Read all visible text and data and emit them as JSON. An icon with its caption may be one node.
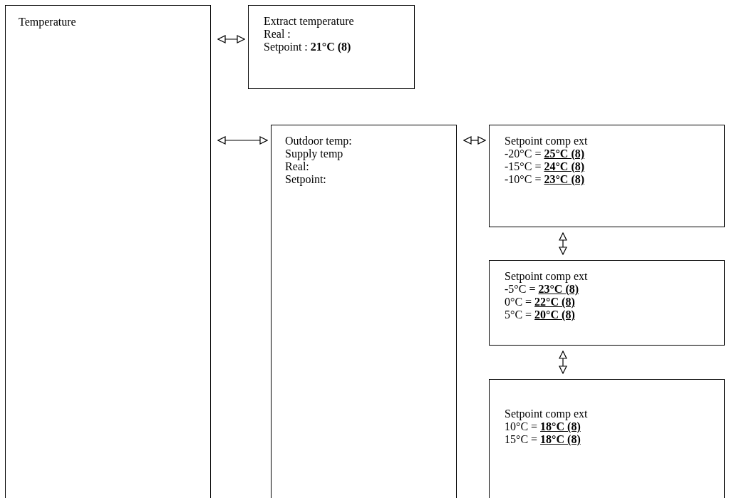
{
  "diagram": {
    "nodes": [
      {
        "text": [
          "Temperature"
        ]
      },
      {
        "text": [
          "Extract temperature",
          "Real :",
          "Setpoint : **21°C (8)**"
        ]
      },
      {
        "text": [
          "Outdoor temp:",
          "Supply temp",
          "Real:",
          "Setpoint:"
        ]
      },
      {
        "text": [
          "Setpoint comp ext",
          "-20°C = **25°C (8)**",
          "-15°C = **24°C (8)**",
          "-10°C = **23°C (8)**"
        ]
      },
      {
        "text": [
          "Setpoint comp ext",
          "-5°C = **23°C (8)**",
          "0°C = **22°C (8)**",
          "5°C = **20°C (8)**"
        ]
      },
      {
        "text": [
          "Setpoint comp ext",
          "10°C = **18°C (8)**",
          "15°C = **18°C (8)**"
        ]
      }
    ],
    "edges": [
      {
        "from": 0,
        "to": 1,
        "arrow": "both"
      },
      {
        "from": 0,
        "to": 2,
        "arrow": "both"
      },
      {
        "from": 2,
        "to": 3,
        "arrow": "both"
      },
      {
        "from": 3,
        "to": 4,
        "arrow": "both"
      },
      {
        "from": 4,
        "to": 5,
        "arrow": "both"
      }
    ]
  }
}
